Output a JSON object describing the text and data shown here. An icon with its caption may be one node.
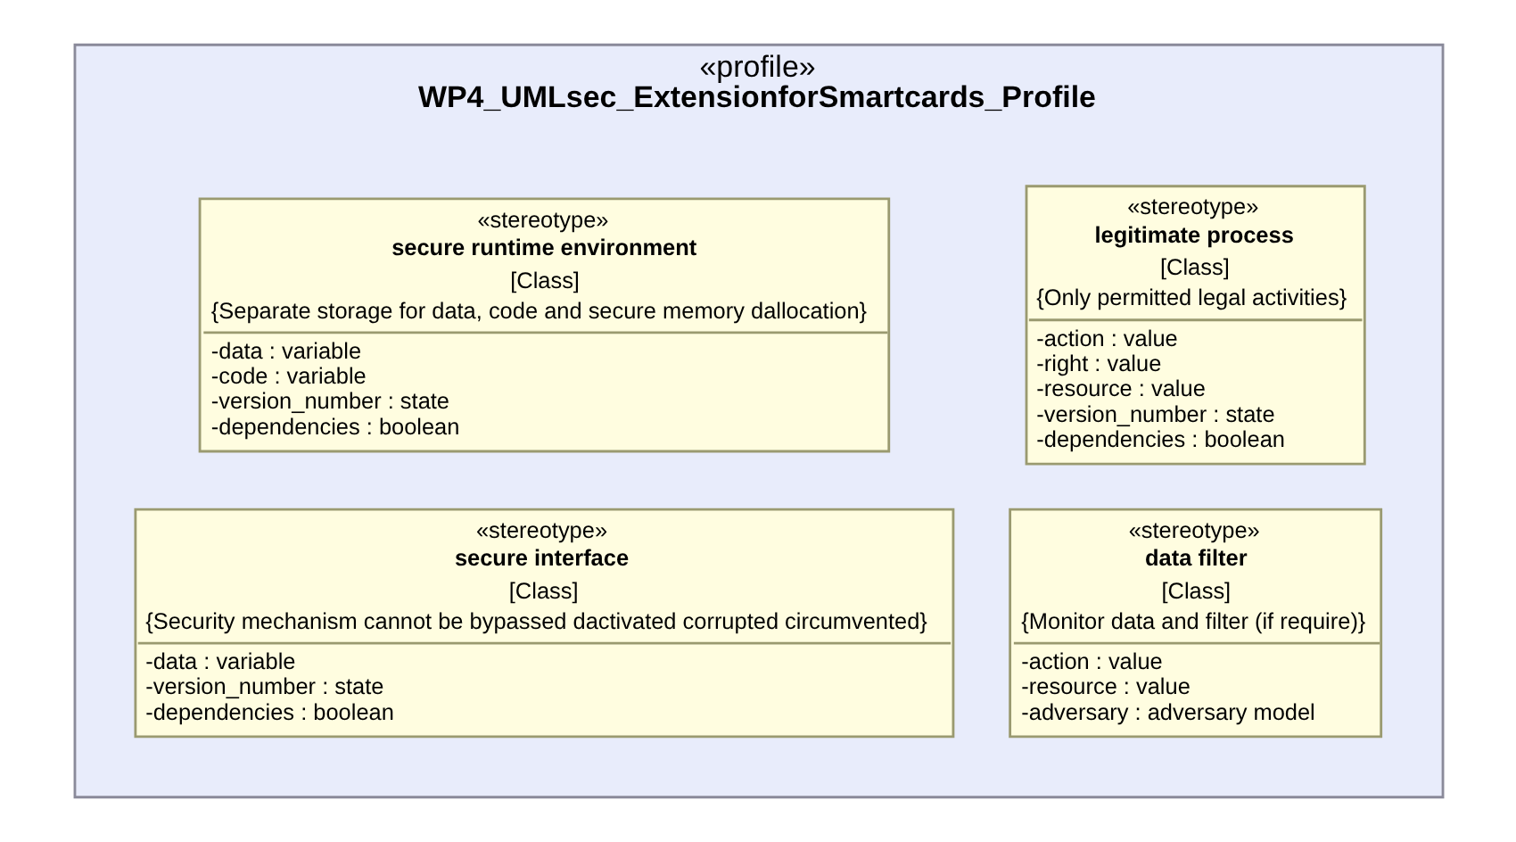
{
  "diagram": {
    "nodes": [
      {
        "text": [
          "«profile»",
          "WP4_UMLsec_ExtensionforSmartcards_Profile"
        ]
      },
      {
        "text": [
          "«stereotype»",
          "secure runtime environment",
          "[Class]",
          "{Separate storage for data, code and secure memory dallocation}",
          "-data : variable",
          "-code : variable",
          "-version_number : state",
          "-dependencies : boolean"
        ],
        "in": 0
      },
      {
        "text": [
          "«stereotype»",
          "legitimate process",
          "[Class]",
          "{Only permitted legal activities}",
          "-action : value",
          "-right : value",
          "-resource : value",
          "-version_number : state",
          "-dependencies : boolean"
        ],
        "in": 0
      },
      {
        "text": [
          "«stereotype»",
          "secure interface",
          "[Class]",
          "{Security mechanism cannot be bypassed dactivated corrupted circumvented}",
          "-data : variable",
          "-version_number : state",
          "-dependencies : boolean"
        ],
        "in": 0
      },
      {
        "text": [
          "«stereotype»",
          "data filter",
          "[Class]",
          "{Monitor data and filter (if require)}",
          "-action : value",
          "-resource : value",
          "-adversary : adversary model"
        ],
        "in": 0
      }
    ],
    "edges": []
  }
}
